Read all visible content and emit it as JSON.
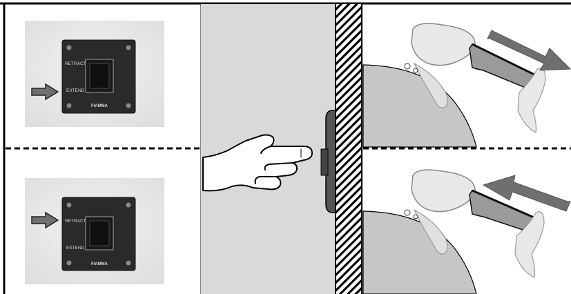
{
  "panels": [
    {
      "id": "top",
      "label_upper": "RETRACT",
      "label_lower": "EXTEND",
      "brand": "FIAMMA",
      "arrow_points_to": "EXTEND",
      "awning_motion": "extend"
    },
    {
      "id": "bottom",
      "label_upper": "RETRACT",
      "label_lower": "EXTEND",
      "brand": "FIAMMA",
      "arrow_points_to": "RETRACT",
      "awning_motion": "retract"
    }
  ],
  "colors": {
    "wall": "#d9d9d9",
    "vehicle_body": "#c6c6c6",
    "arrow": "#6f6f6f",
    "switch_plate": "#2a2a2a",
    "frame": "#000000"
  }
}
